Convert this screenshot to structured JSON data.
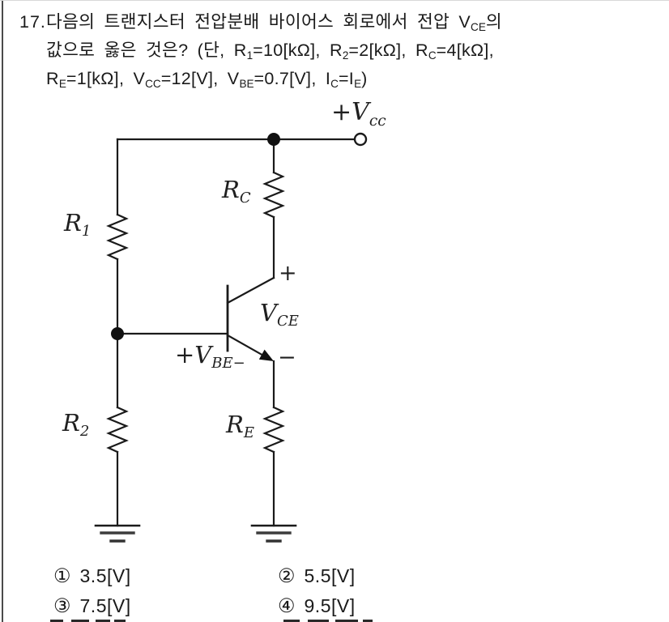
{
  "question": {
    "number": "17.",
    "line1": [
      [
        "t",
        "다음의 트랜지스터 전압분배 바이어스 회로에서 전압 V"
      ],
      [
        "sub",
        "CE"
      ],
      [
        "t",
        "의"
      ]
    ],
    "line2": [
      [
        "t",
        "값으로 옳은 것은? (단, R"
      ],
      [
        "sub",
        "1"
      ],
      [
        "t",
        "=10[kΩ], R"
      ],
      [
        "sub",
        "2"
      ],
      [
        "t",
        "=2[kΩ], R"
      ],
      [
        "sub",
        "C"
      ],
      [
        "t",
        "=4[kΩ],"
      ]
    ],
    "line3": [
      [
        "t",
        "R"
      ],
      [
        "sub",
        "E"
      ],
      [
        "t",
        "=1[kΩ], V"
      ],
      [
        "sub",
        "CC"
      ],
      [
        "t",
        "=12[V], V"
      ],
      [
        "sub",
        "BE"
      ],
      [
        "t",
        "=0.7[V], I"
      ],
      [
        "sub",
        "C"
      ],
      [
        "t",
        "=I"
      ],
      [
        "sub",
        "E"
      ],
      [
        "t",
        ")"
      ]
    ]
  },
  "circuit": {
    "type": "transistor voltage-divider bias circuit",
    "labels": {
      "vcc": {
        "main": "+V",
        "sub": "cc"
      },
      "r1": {
        "main": "R",
        "sub": "1"
      },
      "r2": {
        "main": "R",
        "sub": "2"
      },
      "rc": {
        "main": "R",
        "sub": "C"
      },
      "re": {
        "main": "R",
        "sub": "E"
      },
      "vce": {
        "main": "V",
        "sub": "CE"
      },
      "vbe": {
        "main": "+V",
        "sub": "BE",
        "trail": "−"
      },
      "collector_plus": "+",
      "emitter_minus": "−"
    },
    "line_color": "#1a1a1a"
  },
  "options": [
    {
      "num": "①",
      "label": "3.5[V]"
    },
    {
      "num": "②",
      "label": "5.5[V]"
    },
    {
      "num": "③",
      "label": "7.5[V]"
    },
    {
      "num": "④",
      "label": "9.5[V]"
    }
  ]
}
